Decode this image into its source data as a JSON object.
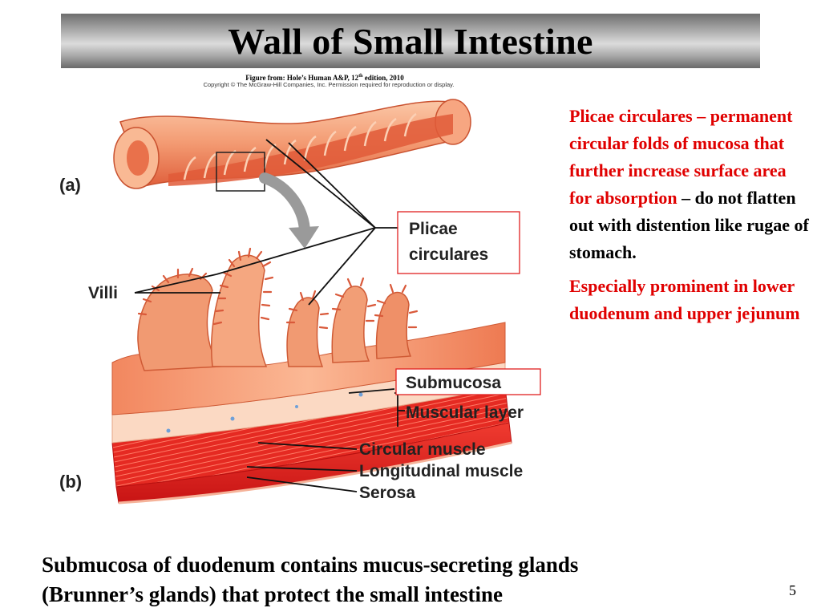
{
  "slide": {
    "title": "Wall of Small Intestine",
    "figure_credit_before": "Figure from: Hole’s Human A&P, 12",
    "figure_credit_sup": "th",
    "figure_credit_after": " edition, 2010",
    "copyright": "Copyright © The McGraw-Hill Companies, Inc. Permission required for reproduction or display.",
    "page_number": "5"
  },
  "diagram": {
    "panel_a": "(a)",
    "panel_b": "(b)",
    "labels": {
      "plicae_line1": "Plicae",
      "plicae_line2": "circulares",
      "villi": "Villi",
      "submucosa": "Submucosa",
      "muscular_layer": "Muscular layer",
      "circular_muscle": "Circular muscle",
      "longitudinal_muscle": "Longitudinal muscle",
      "serosa": "Serosa"
    },
    "colors": {
      "tissue_light": "#f7b48e",
      "tissue_mid": "#ef7f57",
      "tissue_dark": "#d94a2a",
      "muscle_red": "#e32222",
      "label_box": "#e02020"
    }
  },
  "notes": {
    "plicae_red": "Plicae circulares – permanent circular folds of mucosa that further increase surface area for absorption",
    "plicae_black": " – do not flatten out with distention like rugae of stomach.",
    "prominent": "Especially prominent in lower duodenum and upper jejunum"
  },
  "bottom": {
    "line1": "Submucosa of duodenum contains mucus-secreting glands",
    "line2": "(Brunner’s glands) that protect the small intestine"
  }
}
